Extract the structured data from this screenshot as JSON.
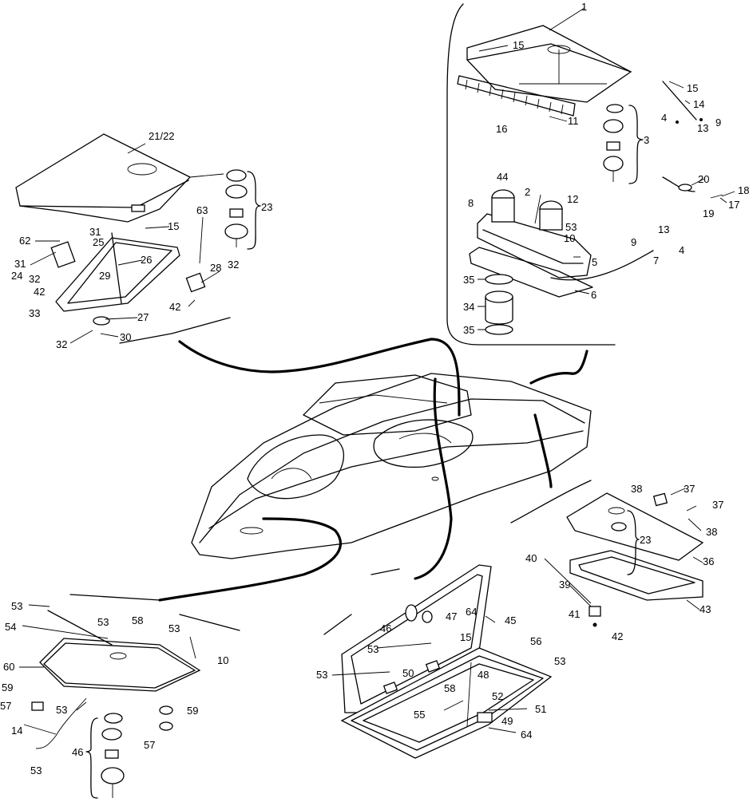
{
  "callouts": [
    {
      "id": "c1",
      "text": "1"
    },
    {
      "id": "c15a",
      "text": "15"
    },
    {
      "id": "c15b",
      "text": "15"
    },
    {
      "id": "c14a",
      "text": "14"
    },
    {
      "id": "c4a",
      "text": "4"
    },
    {
      "id": "c13a",
      "text": "13"
    },
    {
      "id": "c9a",
      "text": "9"
    },
    {
      "id": "c11",
      "text": "11"
    },
    {
      "id": "c16",
      "text": "16"
    },
    {
      "id": "c3",
      "text": "3"
    },
    {
      "id": "c20",
      "text": "20"
    },
    {
      "id": "c18",
      "text": "18"
    },
    {
      "id": "c17",
      "text": "17"
    },
    {
      "id": "c19",
      "text": "19"
    },
    {
      "id": "c44",
      "text": "44"
    },
    {
      "id": "c2",
      "text": "2"
    },
    {
      "id": "c12",
      "text": "12"
    },
    {
      "id": "c8",
      "text": "8"
    },
    {
      "id": "c53a",
      "text": "53"
    },
    {
      "id": "c10a",
      "text": "10"
    },
    {
      "id": "c13b",
      "text": "13"
    },
    {
      "id": "c9b",
      "text": "9"
    },
    {
      "id": "c4b",
      "text": "4"
    },
    {
      "id": "c7",
      "text": "7"
    },
    {
      "id": "c5",
      "text": "5"
    },
    {
      "id": "c6",
      "text": "6"
    },
    {
      "id": "c35a",
      "text": "35"
    },
    {
      "id": "c34",
      "text": "34"
    },
    {
      "id": "c35b",
      "text": "35"
    },
    {
      "id": "c2122",
      "text": "21/22"
    },
    {
      "id": "c23a",
      "text": "23"
    },
    {
      "id": "c15c",
      "text": "15"
    },
    {
      "id": "c63",
      "text": "63"
    },
    {
      "id": "c62",
      "text": "62"
    },
    {
      "id": "c31a",
      "text": "31"
    },
    {
      "id": "c25",
      "text": "25"
    },
    {
      "id": "c26",
      "text": "26"
    },
    {
      "id": "c31b",
      "text": "31"
    },
    {
      "id": "c24",
      "text": "24"
    },
    {
      "id": "c32a",
      "text": "32"
    },
    {
      "id": "c29",
      "text": "29"
    },
    {
      "id": "c28",
      "text": "28"
    },
    {
      "id": "c32b",
      "text": "32"
    },
    {
      "id": "c42a",
      "text": "42"
    },
    {
      "id": "c42b",
      "text": "42"
    },
    {
      "id": "c33",
      "text": "33"
    },
    {
      "id": "c27",
      "text": "27"
    },
    {
      "id": "c32c",
      "text": "32"
    },
    {
      "id": "c30",
      "text": "30"
    },
    {
      "id": "c38a",
      "text": "38"
    },
    {
      "id": "c37a",
      "text": "37"
    },
    {
      "id": "c37b",
      "text": "37"
    },
    {
      "id": "c38b",
      "text": "38"
    },
    {
      "id": "c23b",
      "text": "23"
    },
    {
      "id": "c36",
      "text": "36"
    },
    {
      "id": "c40",
      "text": "40"
    },
    {
      "id": "c39",
      "text": "39"
    },
    {
      "id": "c41",
      "text": "41"
    },
    {
      "id": "c43",
      "text": "43"
    },
    {
      "id": "c42c",
      "text": "42"
    },
    {
      "id": "c53b",
      "text": "53"
    },
    {
      "id": "c54",
      "text": "54"
    },
    {
      "id": "c53c",
      "text": "53"
    },
    {
      "id": "c58a",
      "text": "58"
    },
    {
      "id": "c53d",
      "text": "53"
    },
    {
      "id": "c10b",
      "text": "10"
    },
    {
      "id": "c60",
      "text": "60"
    },
    {
      "id": "c59a",
      "text": "59"
    },
    {
      "id": "c57a",
      "text": "57"
    },
    {
      "id": "c53e",
      "text": "53"
    },
    {
      "id": "c14b",
      "text": "14"
    },
    {
      "id": "c59b",
      "text": "59"
    },
    {
      "id": "c57b",
      "text": "57"
    },
    {
      "id": "c46a",
      "text": "46"
    },
    {
      "id": "c53f",
      "text": "53"
    },
    {
      "id": "c45",
      "text": "45"
    },
    {
      "id": "c64a",
      "text": "64"
    },
    {
      "id": "c47",
      "text": "47"
    },
    {
      "id": "c46b",
      "text": "46"
    },
    {
      "id": "c15d",
      "text": "15"
    },
    {
      "id": "c53g",
      "text": "53"
    },
    {
      "id": "c56",
      "text": "56"
    },
    {
      "id": "c53h",
      "text": "53"
    },
    {
      "id": "c53i",
      "text": "53"
    },
    {
      "id": "c50",
      "text": "50"
    },
    {
      "id": "c48",
      "text": "48"
    },
    {
      "id": "c58b",
      "text": "58"
    },
    {
      "id": "c52",
      "text": "52"
    },
    {
      "id": "c55",
      "text": "55"
    },
    {
      "id": "c51",
      "text": "51"
    },
    {
      "id": "c49",
      "text": "49"
    },
    {
      "id": "c64b",
      "text": "64"
    }
  ]
}
